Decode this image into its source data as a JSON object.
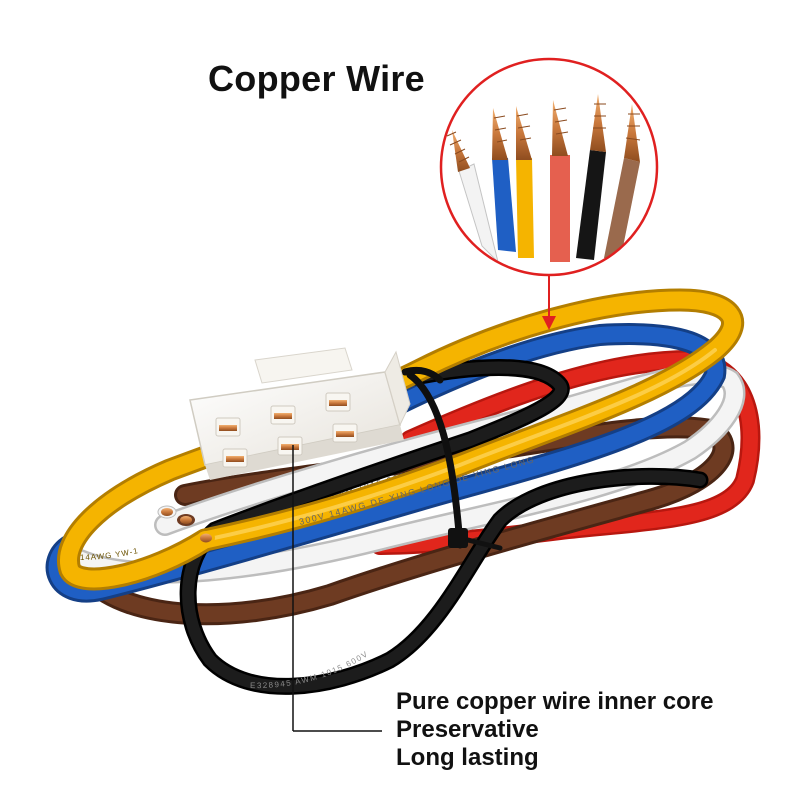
{
  "headline": "Copper Wire",
  "features": [
    "Pure copper wire inner core",
    "Preservative",
    "Long lasting"
  ],
  "wire_colors": {
    "yellow": "#f5b400",
    "blue": "#1f5fc4",
    "brown": "#6e3b22",
    "white": "#f4f4f4",
    "black": "#151515",
    "red": "#e1261c",
    "salmon": "#e5604f",
    "tan": "#9a6a4d",
    "copper": "#c9783c",
    "accent_red": "#e02020"
  },
  "wire_print": {
    "upper_white": "AWM 1015 600V 14AWG  DE XING LONG   E328945",
    "lower_white": "300V 14AWG  DE XING LONG   DE XING LONG",
    "black": "E328945  AWM 1015 600V",
    "yellow": "14AWG  YW-1"
  }
}
